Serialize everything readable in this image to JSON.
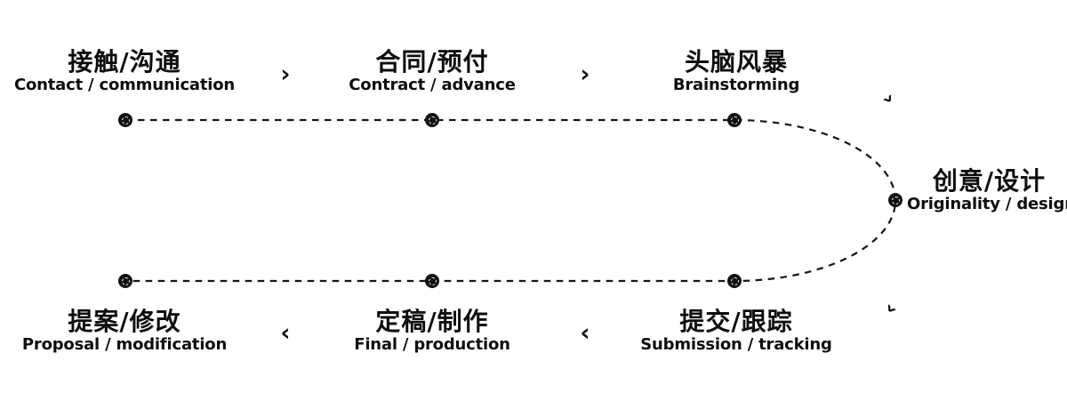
{
  "diagram": {
    "description_colors": {
      "ink": "#121212",
      "background": "#ffffff"
    },
    "stages": [
      {
        "zh": "接触/沟通",
        "en": "Contact / communication"
      },
      {
        "zh": "合同/预付",
        "en": "Contract / advance"
      },
      {
        "zh": "头脑风暴",
        "en": "Brainstorming"
      },
      {
        "zh": "创意/设计",
        "en": "Originality / design"
      },
      {
        "zh": "提交/跟踪",
        "en": "Submission / tracking"
      },
      {
        "zh": "定稿/制作",
        "en": "Final / production"
      },
      {
        "zh": "提案/修改",
        "en": "Proposal / modification"
      }
    ],
    "icons": {
      "chevron_right": "›",
      "chevron_left": "‹"
    }
  }
}
